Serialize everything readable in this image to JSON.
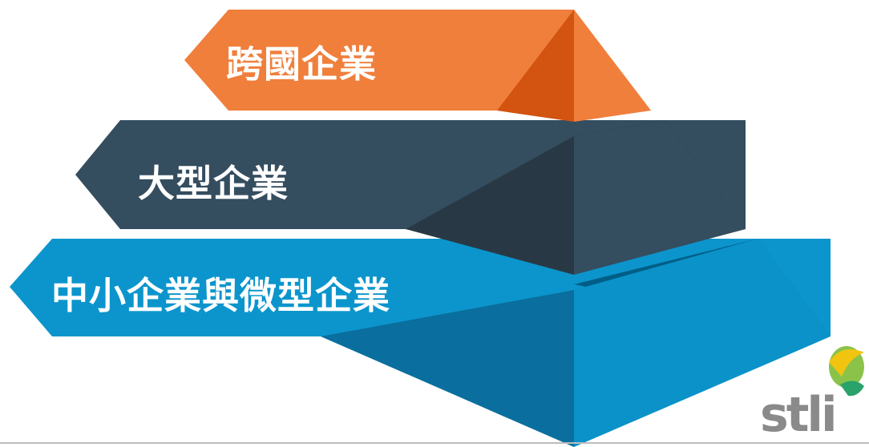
{
  "tiers": [
    {
      "label": "跨國企業",
      "color": "#f07f3c"
    },
    {
      "label": "大型企業",
      "color": "#344d5f"
    },
    {
      "label": "中小企業與微型企業",
      "color": "#0a92c9"
    }
  ],
  "logo": {
    "text": "stli"
  }
}
